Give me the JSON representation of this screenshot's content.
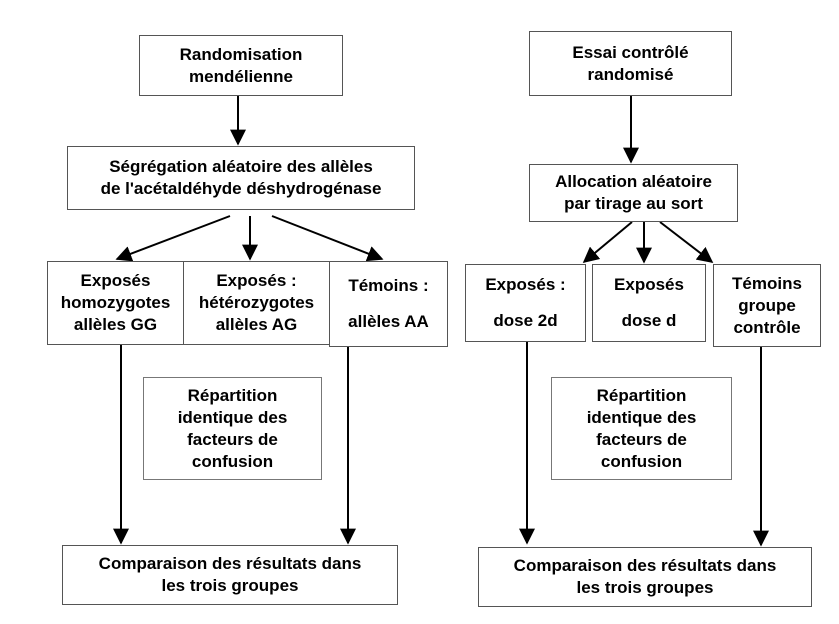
{
  "left": {
    "top": [
      "Randomisation",
      "mendélienne"
    ],
    "segregation": [
      "Ségrégation aléatoire des allèles",
      "de l'acétaldéhyde déshydrogénase"
    ],
    "group_gg": [
      "Exposés",
      "homozygotes",
      "allèles GG"
    ],
    "group_ag": [
      "Exposés :",
      "hétérozygotes",
      "allèles AG"
    ],
    "group_aa": [
      "Témoins :",
      "allèles AA"
    ],
    "confounders": [
      "Répartition",
      "identique des",
      "facteurs de",
      "confusion"
    ],
    "comparison": [
      "Comparaison des résultats dans",
      "les trois groupes"
    ]
  },
  "right": {
    "top": [
      "Essai contrôlé",
      "randomisé"
    ],
    "allocation": [
      "Allocation aléatoire",
      "par tirage au sort"
    ],
    "group_2d": [
      "Exposés :",
      "dose 2d"
    ],
    "group_d": [
      "Exposés",
      "dose d"
    ],
    "group_control": [
      "Témoins",
      "groupe",
      "contrôle"
    ],
    "confounders": [
      "Répartition",
      "identique des",
      "facteurs de",
      "confusion"
    ],
    "comparison": [
      "Comparaison des résultats dans",
      "les trois groupes"
    ]
  }
}
